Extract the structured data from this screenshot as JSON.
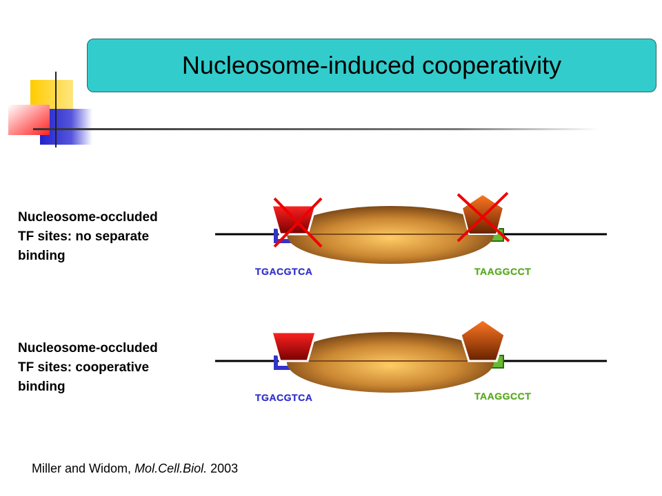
{
  "title": "Nucleosome-induced  cooperativity",
  "panels": [
    {
      "label_lines": [
        "Nucleosome-occluded",
        "TF sites: no separate",
        "binding"
      ],
      "left_site": "TGACGTCA",
      "right_site": "TAAGGCCT"
    },
    {
      "label_lines": [
        "Nucleosome-occluded",
        "TF sites: cooperative",
        "binding"
      ],
      "left_site": "TGACGTCA",
      "right_site": "TAAGGCCT"
    }
  ],
  "citation": {
    "authors": "Miller and Widom,",
    "journal": "Mol.Cell.Biol.",
    "year": "2003"
  },
  "colors": {
    "title_bg": "#33cccc",
    "left_tf": "#cc0000",
    "right_tf": "#dd5500",
    "left_site": "#3333cc",
    "right_site": "#66bb33",
    "cross": "#ee0000"
  }
}
